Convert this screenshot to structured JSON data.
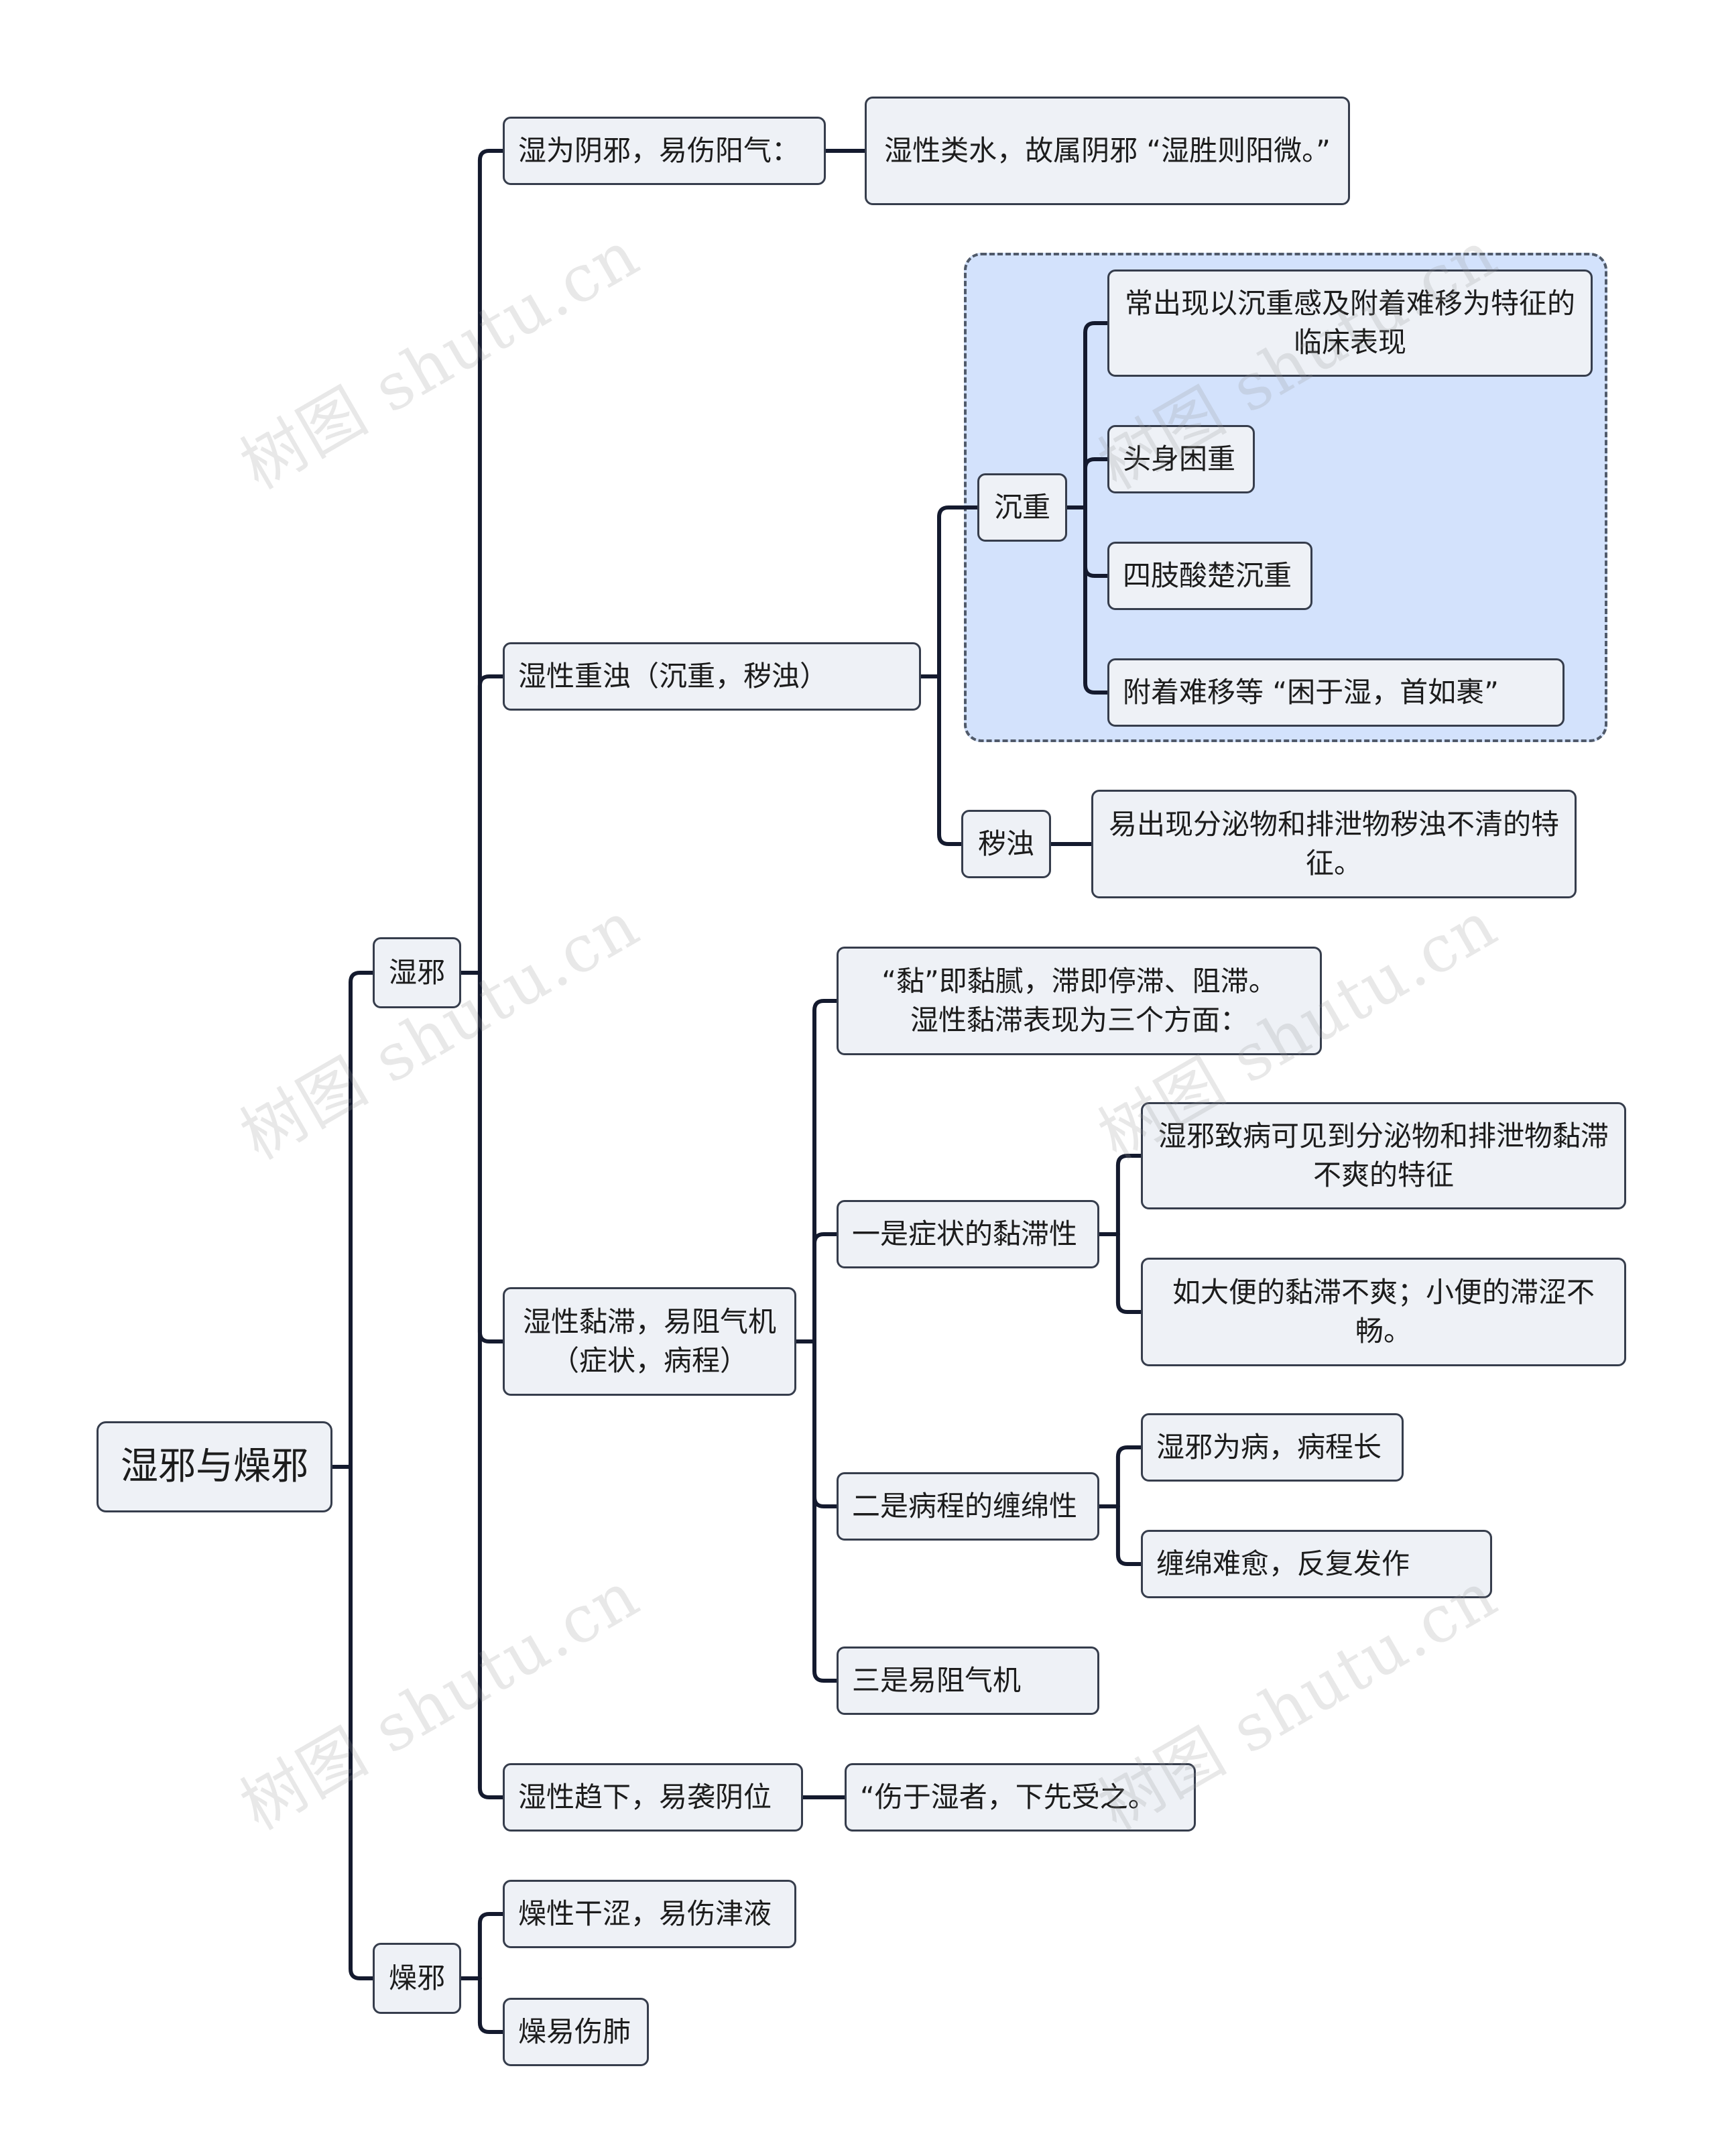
{
  "diagram": {
    "type": "mind-map",
    "watermark": "树图 shutu.cn",
    "colors": {
      "line": "#141a2e",
      "node_fill": "#eef1f6",
      "node_border": "#363d4c",
      "boundary_fill": "#d3e2fc",
      "boundary_border": "#505a6a"
    },
    "nodes": {
      "root": "湿邪与燥邪",
      "shixie": "湿邪",
      "zaoxie": "燥邪",
      "shi_yinxie": "湿为阴邪，易伤阳气：",
      "shi_yinxie_note": "湿性类水，故属阴邪      “湿胜则阳微。”",
      "shi_zhongzhuo": "湿性重浊（沉重，秽浊）",
      "chenzhong": "沉重",
      "chenzhong_1": "常出现以沉重感及附着难移为特征的临床表现",
      "chenzhong_2": "头身困重",
      "chenzhong_3": "四肢酸楚沉重",
      "chenzhong_4": "附着难移等 “困于湿，首如裹”",
      "huizhuo": "秽浊",
      "huizhuo_1": "易出现分泌物和排泄物秽浊不清的特征。",
      "shi_nianzhi": "湿性黏滞，易阻气机\n（症状，病程）",
      "nianzhi_intro": "“黏”即黏腻，滞即停滞、阻滞。\n湿性黏滞表现为三个方面：",
      "nianzhi_1": "一是症状的黏滞性",
      "nianzhi_1a": "湿邪致病可见到分泌物和排泄物黏滞不爽的特征",
      "nianzhi_1b": "如大便的黏滞不爽；小便的滞涩不畅。",
      "nianzhi_2": "二是病程的缠绵性",
      "nianzhi_2a": "湿邪为病，病程长",
      "nianzhi_2b": "缠绵难愈，反复发作",
      "nianzhi_3": "三是易阻气机",
      "shi_quxia": "湿性趋下，易袭阴位",
      "shi_quxia_note": "“伤于湿者，下先受之。",
      "zao_1": "燥性干涩，易伤津液",
      "zao_2": "燥易伤肺"
    },
    "edges": [
      [
        "root",
        "shixie"
      ],
      [
        "root",
        "zaoxie"
      ],
      [
        "shixie",
        "shi_yinxie"
      ],
      [
        "shixie",
        "shi_zhongzhuo"
      ],
      [
        "shixie",
        "shi_nianzhi"
      ],
      [
        "shixie",
        "shi_quxia"
      ],
      [
        "shi_yinxie",
        "shi_yinxie_note"
      ],
      [
        "shi_zhongzhuo",
        "chenzhong"
      ],
      [
        "shi_zhongzhuo",
        "huizhuo"
      ],
      [
        "chenzhong",
        "chenzhong_1"
      ],
      [
        "chenzhong",
        "chenzhong_2"
      ],
      [
        "chenzhong",
        "chenzhong_3"
      ],
      [
        "chenzhong",
        "chenzhong_4"
      ],
      [
        "huizhuo",
        "huizhuo_1"
      ],
      [
        "shi_nianzhi",
        "nianzhi_intro"
      ],
      [
        "shi_nianzhi",
        "nianzhi_1"
      ],
      [
        "shi_nianzhi",
        "nianzhi_2"
      ],
      [
        "shi_nianzhi",
        "nianzhi_3"
      ],
      [
        "nianzhi_1",
        "nianzhi_1a"
      ],
      [
        "nianzhi_1",
        "nianzhi_1b"
      ],
      [
        "nianzhi_2",
        "nianzhi_2a"
      ],
      [
        "nianzhi_2",
        "nianzhi_2b"
      ],
      [
        "shi_quxia",
        "shi_quxia_note"
      ],
      [
        "zaoxie",
        "zao_1"
      ],
      [
        "zaoxie",
        "zao_2"
      ]
    ]
  }
}
